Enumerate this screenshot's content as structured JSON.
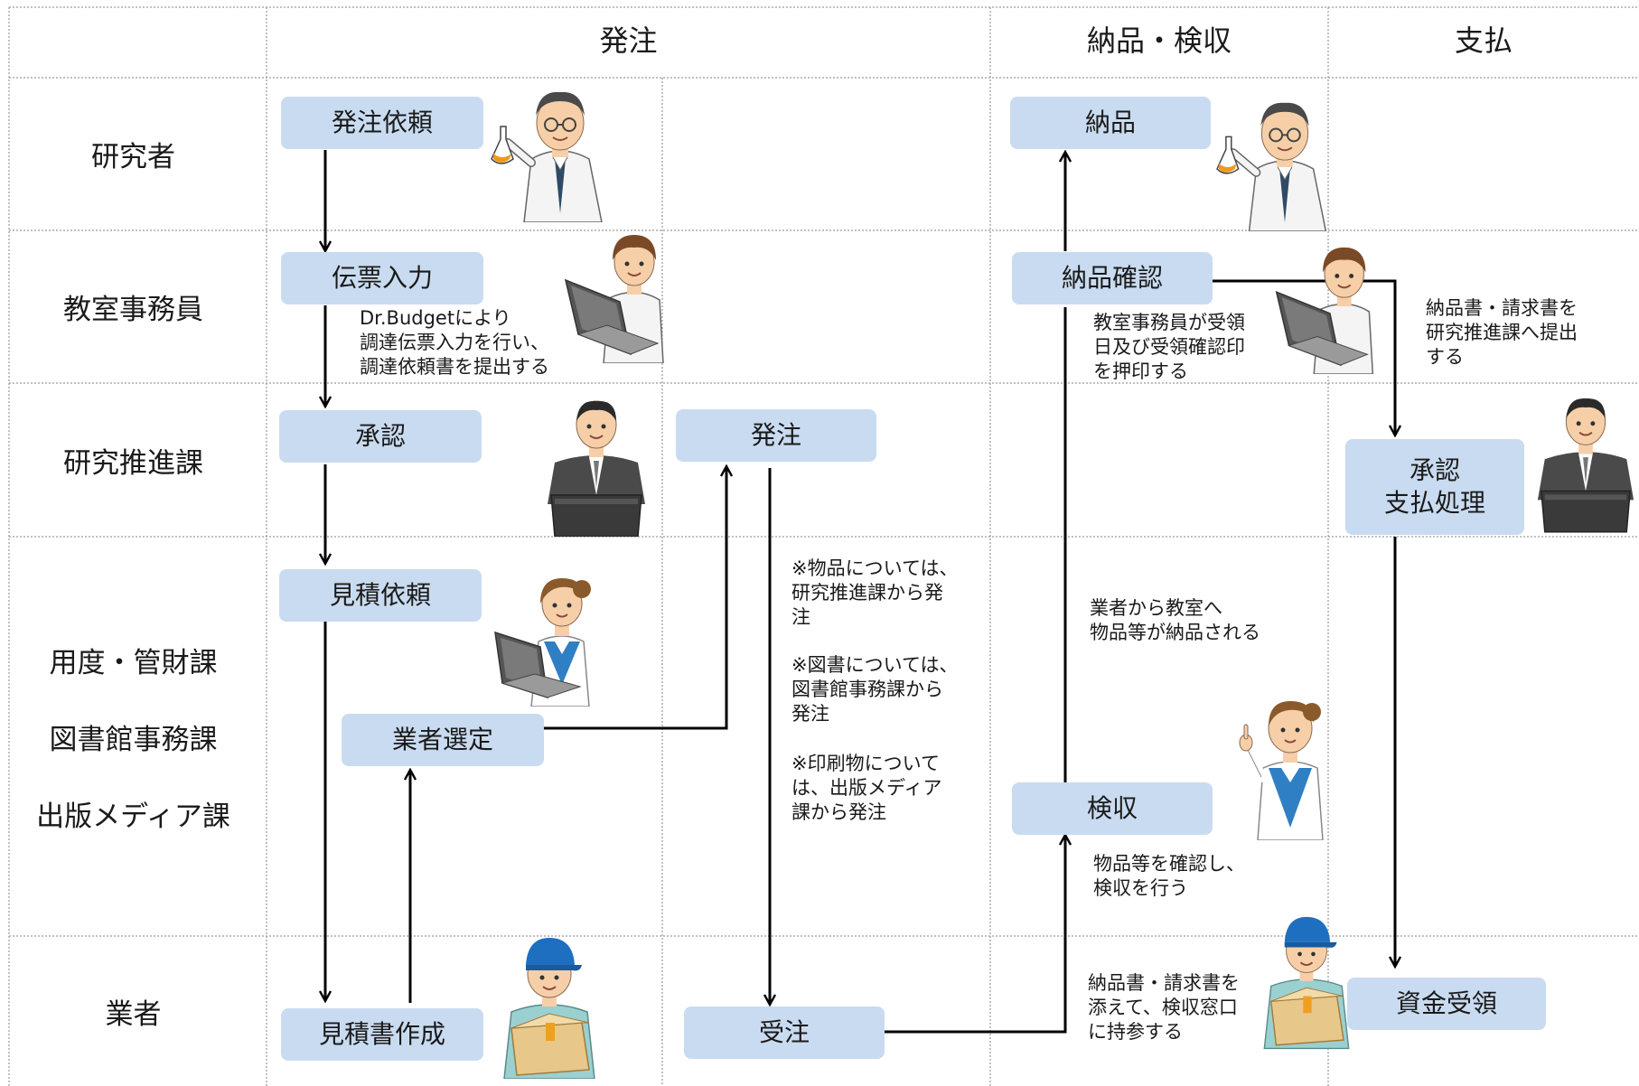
{
  "headers": {
    "order": "発注",
    "delivery": "納品・検収",
    "payment": "支払"
  },
  "lanes": {
    "researcher": "研究者",
    "office_staff": "教室事務員",
    "promotion": "研究推進課",
    "procurement": [
      "用度・管財課",
      "図書館事務課",
      "出版メディア課"
    ],
    "vendor": "業者"
  },
  "boxes": {
    "order_request": "発注依頼",
    "slip_input": "伝票入力",
    "approval_1": "承認",
    "order": "発注",
    "quote_request": "見積依頼",
    "vendor_select": "業者選定",
    "quote_create": "見積書作成",
    "order_receive": "受注",
    "delivery": "納品",
    "delivery_confirm": "納品確認",
    "inspection": "検収",
    "approval_payment": "承認\n支払処理",
    "fund_receipt": "資金受領"
  },
  "notes": {
    "drbudget": "Dr.Budgetにより\n調達伝票入力を行い、\n調達依頼書を提出する",
    "goods": "※物品については、\n研究推進課から発\n注",
    "books": "※図書については、\n図書館事務課から\n発注",
    "prints": "※印刷物について\nは、出版メディア\n課から発注",
    "receipt_stamp": "教室事務員が受領\n日及び受領確認印\nを押印する",
    "vendor_to_lab": "業者から教室へ\n物品等が納品される",
    "inspect": "物品等を確認し、\n検収を行う",
    "bring": "納品書・請求書を\n添えて、検収窓口\nに持参する",
    "submit_invoice": "納品書・請求書を\n研究推進課へ提出\nする"
  },
  "icons": [
    "scientist-with-flask",
    "office-staff-with-laptop",
    "clerk-at-desk",
    "staff-woman-at-laptop",
    "staff-woman-pointing",
    "delivery-worker-with-box"
  ]
}
